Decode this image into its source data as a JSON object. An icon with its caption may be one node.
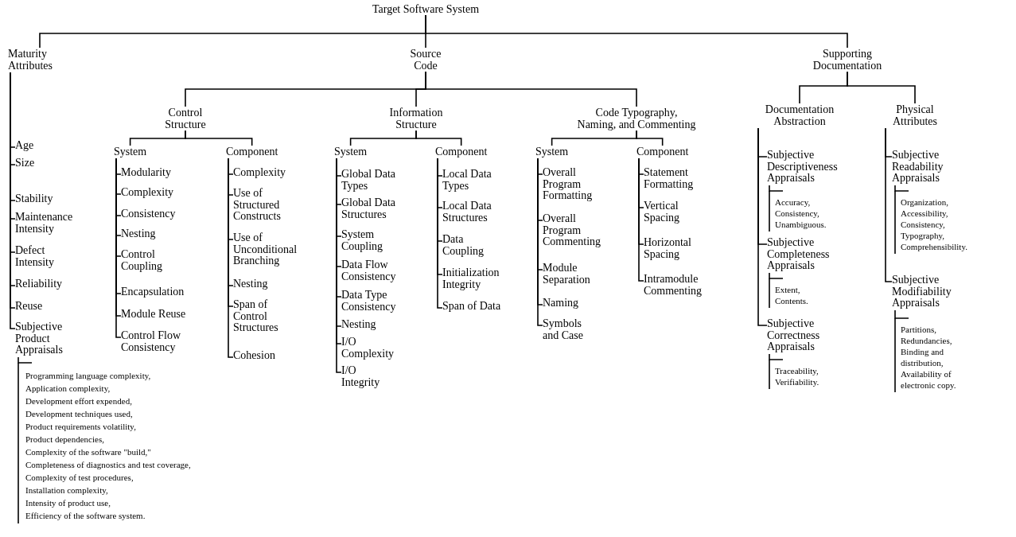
{
  "diagram": {
    "nodes": [
      {
        "text": [
          "Target Software System"
        ]
      },
      {
        "text": [
          "Maturity Attributes"
        ]
      },
      {
        "text": [
          "Source Code"
        ]
      },
      {
        "text": [
          "Supporting Documentation"
        ]
      },
      {
        "text": [
          "Age"
        ]
      },
      {
        "text": [
          "Size"
        ]
      },
      {
        "text": [
          "Stability"
        ]
      },
      {
        "text": [
          "Maintenance Intensity"
        ]
      },
      {
        "text": [
          "Defect Intensity"
        ]
      },
      {
        "text": [
          "Reliability"
        ]
      },
      {
        "text": [
          "Reuse"
        ]
      },
      {
        "text": [
          "Subjective Product Appraisals"
        ]
      },
      {
        "text": [
          "Programming language complexity,",
          "Application complexity,",
          "Development effort expended,",
          "Development techniques used,",
          "Product requirements volatility,",
          "Product dependencies,",
          "Complexity of the software \"build,\"",
          "Completeness of diagnostics and test coverage,",
          "Complexity of test procedures,",
          "Installation complexity,",
          "Intensity of product use,",
          "Efficiency of the software system."
        ]
      },
      {
        "text": [
          "Control Structure"
        ]
      },
      {
        "text": [
          "Information Structure"
        ]
      },
      {
        "text": [
          "Code Typography, Naming, and Commenting"
        ]
      },
      {
        "text": [
          "System"
        ]
      },
      {
        "text": [
          "Component"
        ]
      },
      {
        "text": [
          "Modularity"
        ]
      },
      {
        "text": [
          "Complexity"
        ]
      },
      {
        "text": [
          "Consistency"
        ]
      },
      {
        "text": [
          "Nesting"
        ]
      },
      {
        "text": [
          "Control Coupling"
        ]
      },
      {
        "text": [
          "Encapsulation"
        ]
      },
      {
        "text": [
          "Module Reuse"
        ]
      },
      {
        "text": [
          "Control Flow Consistency"
        ]
      },
      {
        "text": [
          "Complexity"
        ]
      },
      {
        "text": [
          "Use of Structured Constructs"
        ]
      },
      {
        "text": [
          "Use of Unconditional Branching"
        ]
      },
      {
        "text": [
          "Nesting"
        ]
      },
      {
        "text": [
          "Span of Control Structures"
        ]
      },
      {
        "text": [
          "Cohesion"
        ]
      },
      {
        "text": [
          "System"
        ]
      },
      {
        "text": [
          "Component"
        ]
      },
      {
        "text": [
          "Global Data Types"
        ]
      },
      {
        "text": [
          "Global Data Structures"
        ]
      },
      {
        "text": [
          "System Coupling"
        ]
      },
      {
        "text": [
          "Data Flow Consistency"
        ]
      },
      {
        "text": [
          "Data Type Consistency"
        ]
      },
      {
        "text": [
          "Nesting"
        ]
      },
      {
        "text": [
          "I/O Complexity"
        ]
      },
      {
        "text": [
          "I/O Integrity"
        ]
      },
      {
        "text": [
          "Local Data Types"
        ]
      },
      {
        "text": [
          "Local Data Structures"
        ]
      },
      {
        "text": [
          "Data Coupling"
        ]
      },
      {
        "text": [
          "Initialization Integrity"
        ]
      },
      {
        "text": [
          "Span of Data"
        ]
      },
      {
        "text": [
          "System"
        ]
      },
      {
        "text": [
          "Component"
        ]
      },
      {
        "text": [
          "Overall Program Formatting"
        ]
      },
      {
        "text": [
          "Overall Program Commenting"
        ]
      },
      {
        "text": [
          "Module Separation"
        ]
      },
      {
        "text": [
          "Naming"
        ]
      },
      {
        "text": [
          "Symbols and Case"
        ]
      },
      {
        "text": [
          "Statement Formatting"
        ]
      },
      {
        "text": [
          "Vertical Spacing"
        ]
      },
      {
        "text": [
          "Horizontal Spacing"
        ]
      },
      {
        "text": [
          "Intramodule Commenting"
        ]
      },
      {
        "text": [
          "Documentation Abstraction"
        ]
      },
      {
        "text": [
          "Physical Attributes"
        ]
      },
      {
        "text": [
          "Subjective Descriptiveness Appraisals"
        ]
      },
      {
        "text": [
          "Accuracy,",
          "Consistency,",
          "Unambiguous."
        ]
      },
      {
        "text": [
          "Subjective Completeness Appraisals"
        ]
      },
      {
        "text": [
          "Extent,",
          "Contents."
        ]
      },
      {
        "text": [
          "Subjective Correctness Appraisals"
        ]
      },
      {
        "text": [
          "Traceability,",
          "Verifiability."
        ]
      },
      {
        "text": [
          "Subjective Readability Appraisals"
        ]
      },
      {
        "text": [
          "Organization,",
          "Accessibility,",
          "Consistency,",
          "Typography,",
          "Comprehensibility."
        ]
      },
      {
        "text": [
          "Subjective Modifiability Appraisals"
        ]
      },
      {
        "text": [
          "Partitions,",
          "Redundancies,",
          "Binding and distribution,",
          "Availability of electronic copy."
        ]
      }
    ],
    "edges": [
      {
        "from": 0,
        "to": 1,
        "arrow": "none"
      },
      {
        "from": 0,
        "to": 2,
        "arrow": "none"
      },
      {
        "from": 0,
        "to": 3,
        "arrow": "none"
      },
      {
        "from": 1,
        "to": 4,
        "arrow": "none"
      },
      {
        "from": 1,
        "to": 5,
        "arrow": "none"
      },
      {
        "from": 1,
        "to": 6,
        "arrow": "none"
      },
      {
        "from": 1,
        "to": 7,
        "arrow": "none"
      },
      {
        "from": 1,
        "to": 8,
        "arrow": "none"
      },
      {
        "from": 1,
        "to": 9,
        "arrow": "none"
      },
      {
        "from": 1,
        "to": 10,
        "arrow": "none"
      },
      {
        "from": 1,
        "to": 11,
        "arrow": "none"
      },
      {
        "from": 11,
        "to": 12,
        "arrow": "none"
      },
      {
        "from": 2,
        "to": 13,
        "arrow": "none"
      },
      {
        "from": 2,
        "to": 14,
        "arrow": "none"
      },
      {
        "from": 2,
        "to": 15,
        "arrow": "none"
      },
      {
        "from": 13,
        "to": 16,
        "arrow": "none"
      },
      {
        "from": 13,
        "to": 17,
        "arrow": "none"
      },
      {
        "from": 16,
        "to": 18,
        "arrow": "none"
      },
      {
        "from": 16,
        "to": 19,
        "arrow": "none"
      },
      {
        "from": 16,
        "to": 20,
        "arrow": "none"
      },
      {
        "from": 16,
        "to": 21,
        "arrow": "none"
      },
      {
        "from": 16,
        "to": 22,
        "arrow": "none"
      },
      {
        "from": 16,
        "to": 23,
        "arrow": "none"
      },
      {
        "from": 16,
        "to": 24,
        "arrow": "none"
      },
      {
        "from": 16,
        "to": 25,
        "arrow": "none"
      },
      {
        "from": 17,
        "to": 26,
        "arrow": "none"
      },
      {
        "from": 17,
        "to": 27,
        "arrow": "none"
      },
      {
        "from": 17,
        "to": 28,
        "arrow": "none"
      },
      {
        "from": 17,
        "to": 29,
        "arrow": "none"
      },
      {
        "from": 17,
        "to": 30,
        "arrow": "none"
      },
      {
        "from": 17,
        "to": 31,
        "arrow": "none"
      },
      {
        "from": 14,
        "to": 32,
        "arrow": "none"
      },
      {
        "from": 14,
        "to": 33,
        "arrow": "none"
      },
      {
        "from": 32,
        "to": 34,
        "arrow": "none"
      },
      {
        "from": 32,
        "to": 35,
        "arrow": "none"
      },
      {
        "from": 32,
        "to": 36,
        "arrow": "none"
      },
      {
        "from": 32,
        "to": 37,
        "arrow": "none"
      },
      {
        "from": 32,
        "to": 38,
        "arrow": "none"
      },
      {
        "from": 32,
        "to": 39,
        "arrow": "none"
      },
      {
        "from": 32,
        "to": 40,
        "arrow": "none"
      },
      {
        "from": 32,
        "to": 41,
        "arrow": "none"
      },
      {
        "from": 33,
        "to": 42,
        "arrow": "none"
      },
      {
        "from": 33,
        "to": 43,
        "arrow": "none"
      },
      {
        "from": 33,
        "to": 44,
        "arrow": "none"
      },
      {
        "from": 33,
        "to": 45,
        "arrow": "none"
      },
      {
        "from": 33,
        "to": 46,
        "arrow": "none"
      },
      {
        "from": 15,
        "to": 47,
        "arrow": "none"
      },
      {
        "from": 15,
        "to": 48,
        "arrow": "none"
      },
      {
        "from": 47,
        "to": 49,
        "arrow": "none"
      },
      {
        "from": 47,
        "to": 50,
        "arrow": "none"
      },
      {
        "from": 47,
        "to": 51,
        "arrow": "none"
      },
      {
        "from": 47,
        "to": 52,
        "arrow": "none"
      },
      {
        "from": 47,
        "to": 53,
        "arrow": "none"
      },
      {
        "from": 48,
        "to": 54,
        "arrow": "none"
      },
      {
        "from": 48,
        "to": 55,
        "arrow": "none"
      },
      {
        "from": 48,
        "to": 56,
        "arrow": "none"
      },
      {
        "from": 48,
        "to": 57,
        "arrow": "none"
      },
      {
        "from": 3,
        "to": 58,
        "arrow": "none"
      },
      {
        "from": 3,
        "to": 59,
        "arrow": "none"
      },
      {
        "from": 58,
        "to": 60,
        "arrow": "none"
      },
      {
        "from": 60,
        "to": 61,
        "arrow": "none"
      },
      {
        "from": 58,
        "to": 62,
        "arrow": "none"
      },
      {
        "from": 62,
        "to": 63,
        "arrow": "none"
      },
      {
        "from": 58,
        "to": 64,
        "arrow": "none"
      },
      {
        "from": 64,
        "to": 65,
        "arrow": "none"
      },
      {
        "from": 59,
        "to": 66,
        "arrow": "none"
      },
      {
        "from": 66,
        "to": 67,
        "arrow": "none"
      },
      {
        "from": 59,
        "to": 68,
        "arrow": "none"
      },
      {
        "from": 68,
        "to": 69,
        "arrow": "none"
      }
    ]
  }
}
